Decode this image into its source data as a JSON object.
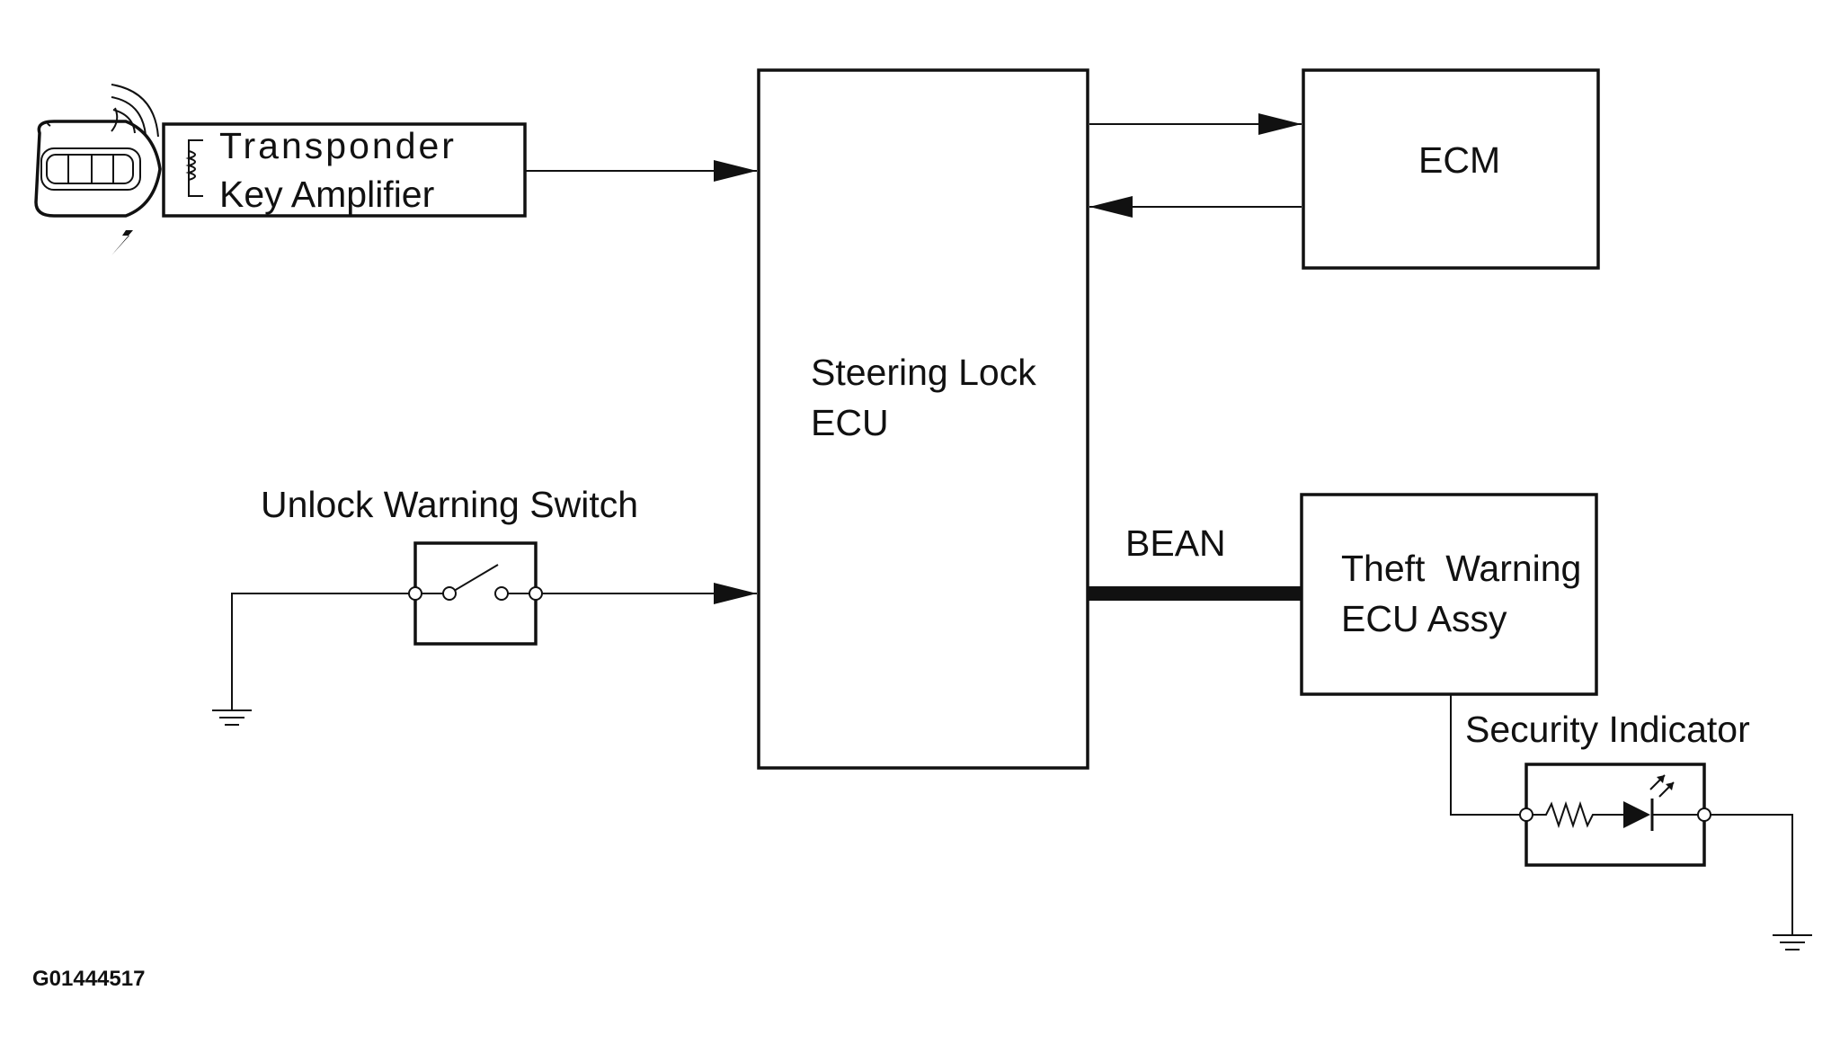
{
  "labels": {
    "amplifier_line1": "Transponder",
    "amplifier_line2": "Key Amplifier",
    "steering_line1": "Steering Lock",
    "steering_line2": "ECU",
    "ecm": "ECM",
    "switch": "Unlock Warning Switch",
    "bus": "BEAN",
    "theft_line1": "Theft  Warning",
    "theft_line2": "ECU Assy",
    "indicator": "Security Indicator",
    "figure_code": "G01444517"
  },
  "icons": [
    "key-fob-icon",
    "radio-waves-icon",
    "lightning-icon",
    "coil-icon",
    "ground-icon",
    "resistor-icon",
    "led-icon",
    "switch-icon"
  ]
}
